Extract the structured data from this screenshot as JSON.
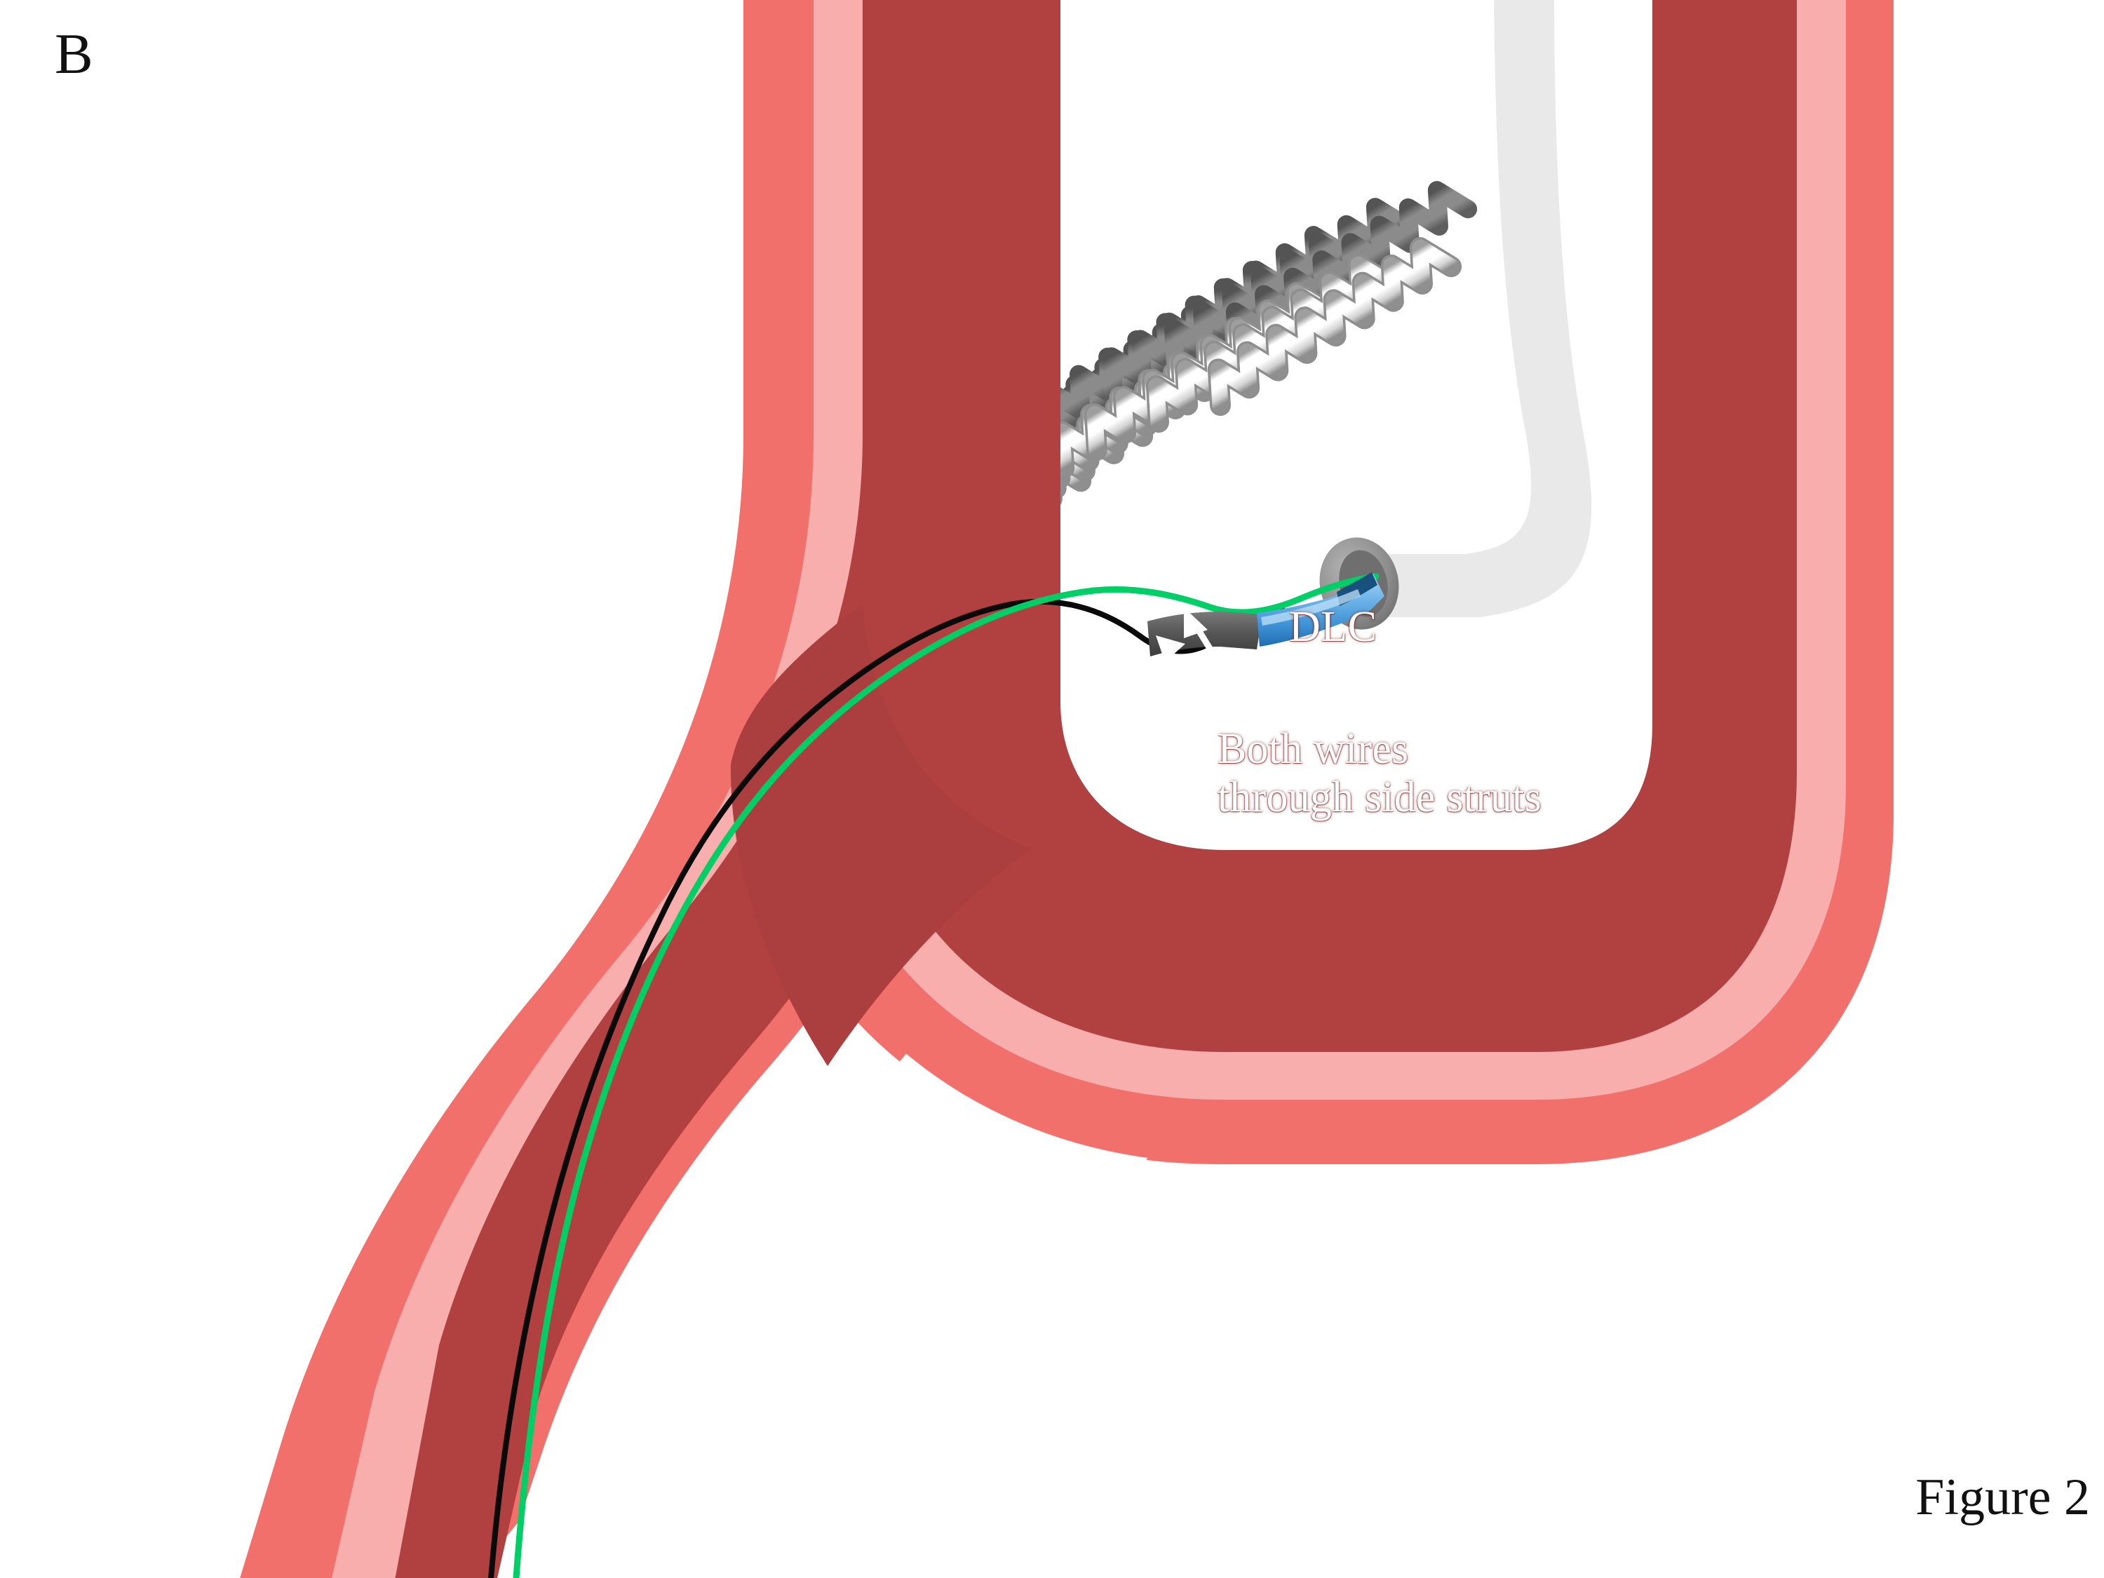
{
  "figure": {
    "panel_letter": "B",
    "caption": "Figure 2",
    "background_color": "#ffffff"
  },
  "labels": {
    "dlc": "DLC",
    "both_wires_line1": "Both wires",
    "both_wires_line2": "through side struts",
    "both_wires_full": "Both wires\nthrough side struts"
  },
  "colors": {
    "vessel_outer_wall": "#F2706B",
    "vessel_inner_wall": "#F9AEAE",
    "vessel_lumen": "#B14040",
    "vessel_lumen_shadow": "#A03A3A",
    "vessel_outline": "#D6322B",
    "stent_strut_front_light": "#FFFFFF",
    "stent_strut_front_mid": "#E2E2E2",
    "stent_strut_front_shadow": "#9A9A9A",
    "stent_strut_back": "#808080",
    "stent_strut_back_dark": "#5C5C5C",
    "guide_catheter": "#E9E9E9",
    "guide_catheter_tip_rim": "#8C8C8C",
    "guide_catheter_tip_bore": "#6F6F6F",
    "dlc_shaft": "#585858",
    "dlc_distal_light": "#8EC6F0",
    "dlc_distal_mid": "#4C9EDC",
    "dlc_distal_dark": "#1F6FB5",
    "wire_green": "#00CE66",
    "wire_black": "#0A0A0A",
    "callout_text": "#FFFFFF",
    "caption_text": "#111111"
  },
  "elements": {
    "vessel_main": "main-vessel-branch",
    "vessel_side": "side-vessel-branch",
    "carina": "bifurcation-carina",
    "stent": "deployed-stent-mesh",
    "guide_catheter": "guide-catheter",
    "dlc_catheter": "dual-lumen-catheter",
    "wire_green": "green-guidewire",
    "wire_black": "black-guidewire",
    "arrow_left": "annotation-arrow-left",
    "arrow_right": "annotation-arrow-right"
  },
  "diagram_data": {
    "type": "medical-illustration",
    "subject": "Coronary artery bifurcation with deployed stent, dual lumen catheter (DLC) and two guidewires passed through side struts",
    "panel": "B",
    "stent_ring_count": 9,
    "wire_count": 2,
    "wires": [
      {
        "name": "green-guidewire",
        "color": "#00CE66",
        "route": "through side struts into side branch"
      },
      {
        "name": "black-guidewire",
        "color": "#0A0A0A",
        "route": "through side struts into side branch"
      }
    ],
    "annotations": [
      {
        "text": "DLC",
        "target": "dual-lumen-catheter",
        "has_arrow": false
      },
      {
        "text": "Both wires through side struts",
        "target": "stent-side-struts",
        "has_arrow": true,
        "arrow_count": 2
      }
    ]
  }
}
